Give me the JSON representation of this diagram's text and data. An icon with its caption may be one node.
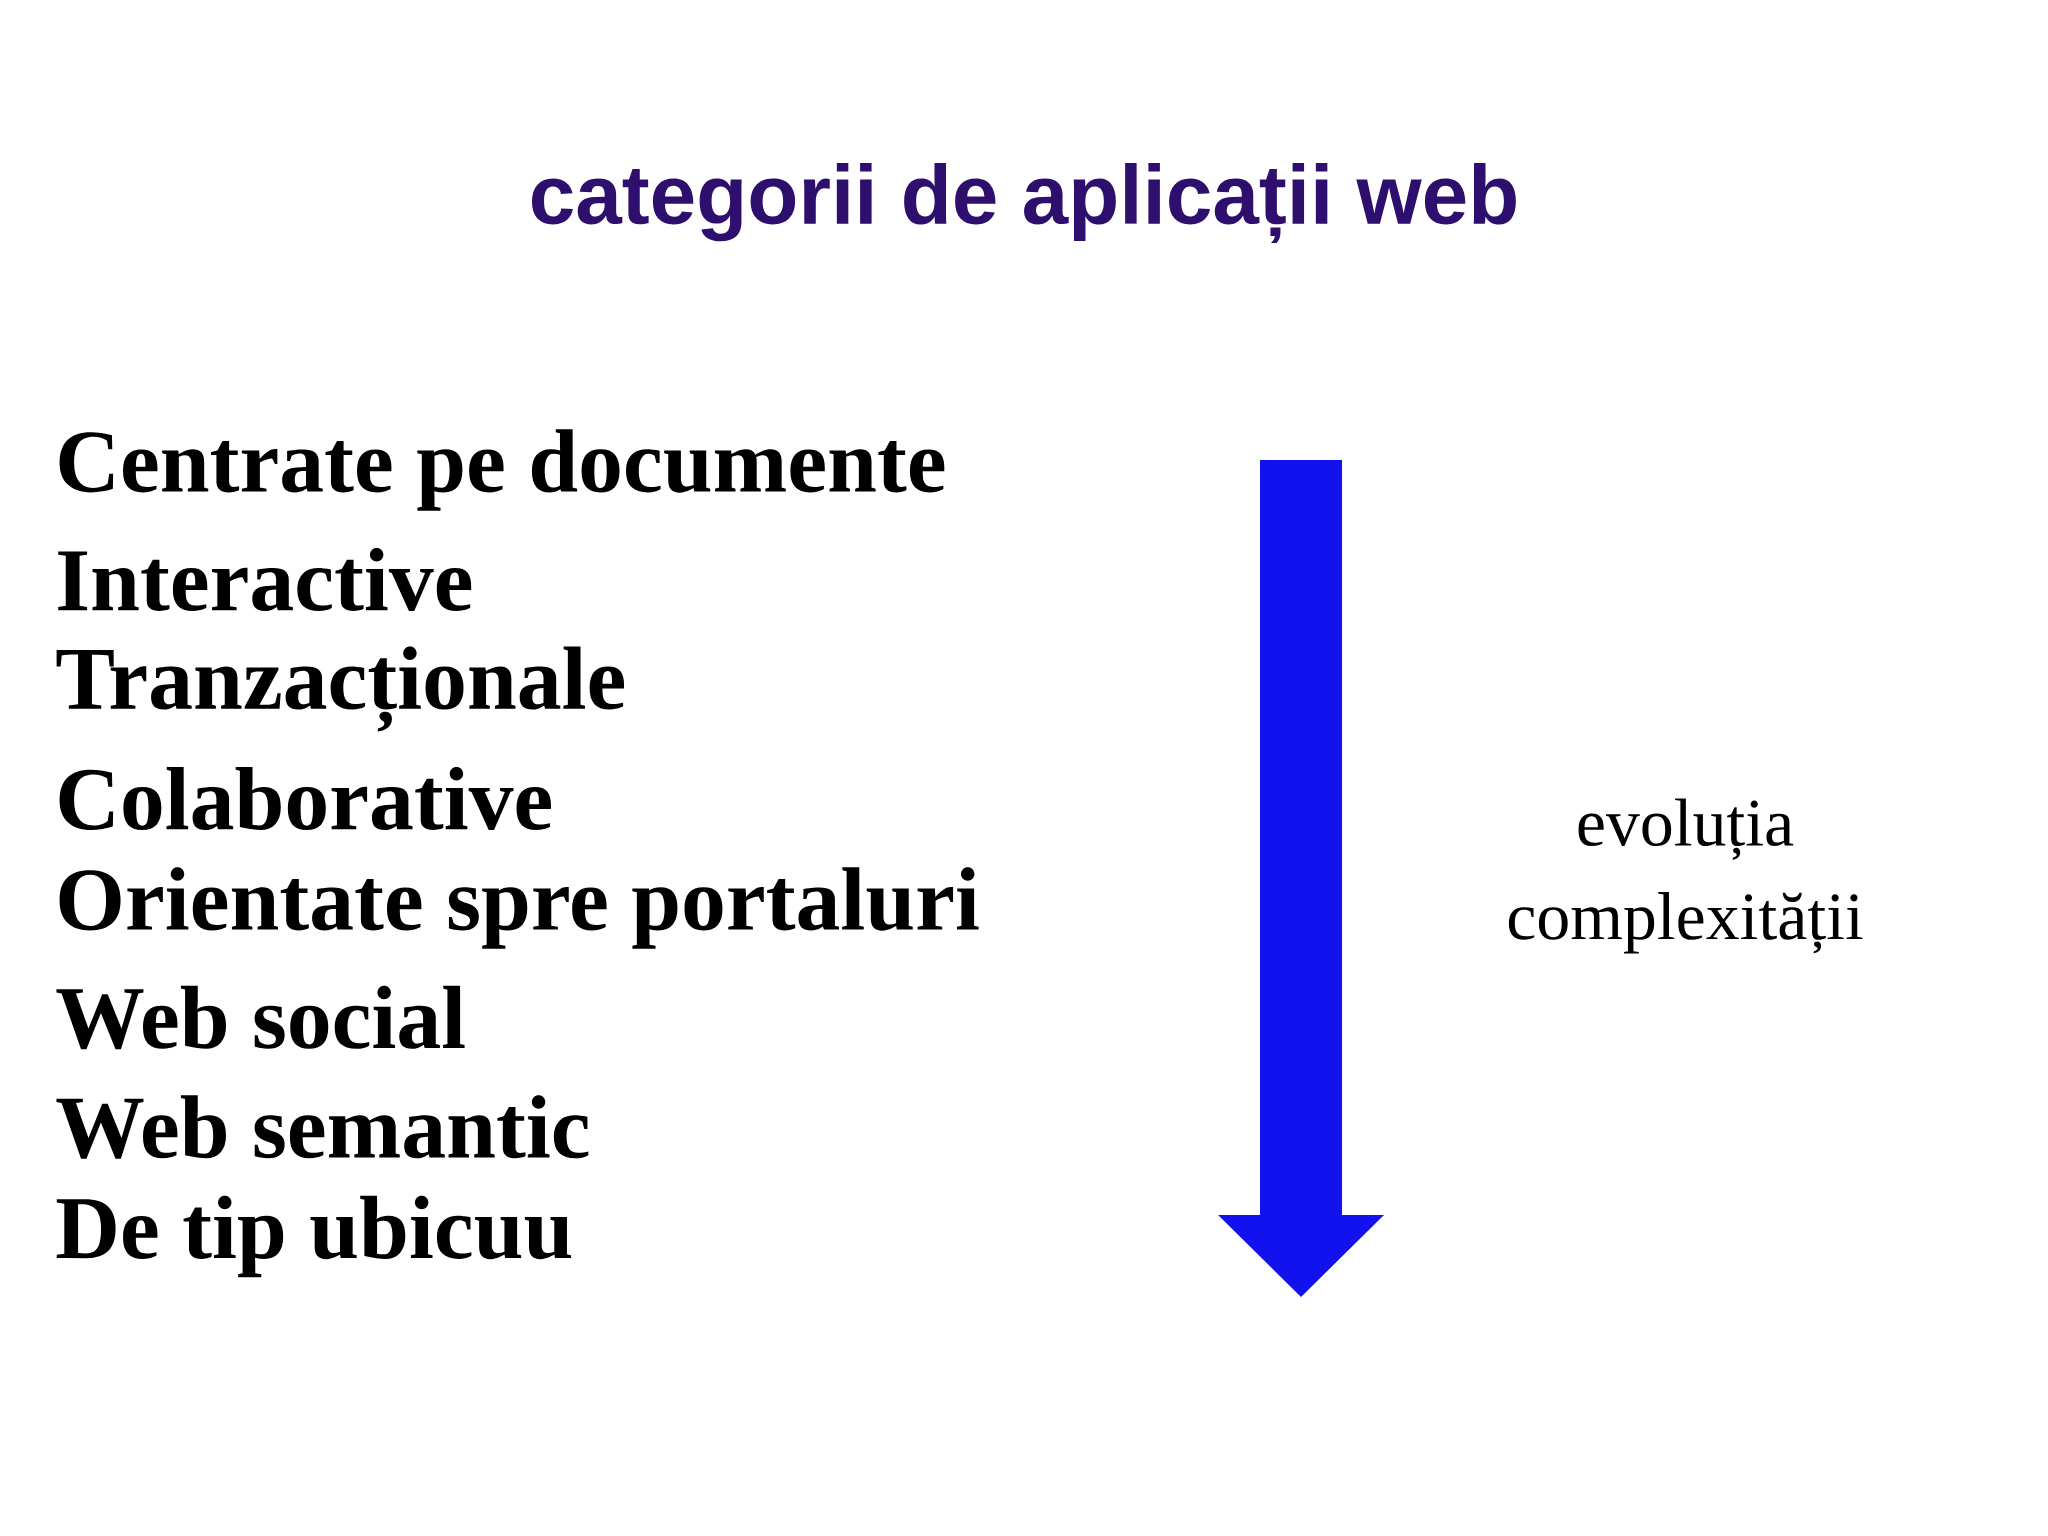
{
  "diagram": {
    "title": "categorii de aplicații web",
    "labels": [
      "Centrate pe documente",
      "Interactive",
      "Tranzacționale",
      "Colaborative",
      "Orientate spre portaluri",
      "Web social",
      "Web semantic",
      "De tip ubicuu",
      "evoluția complexității"
    ]
  }
}
